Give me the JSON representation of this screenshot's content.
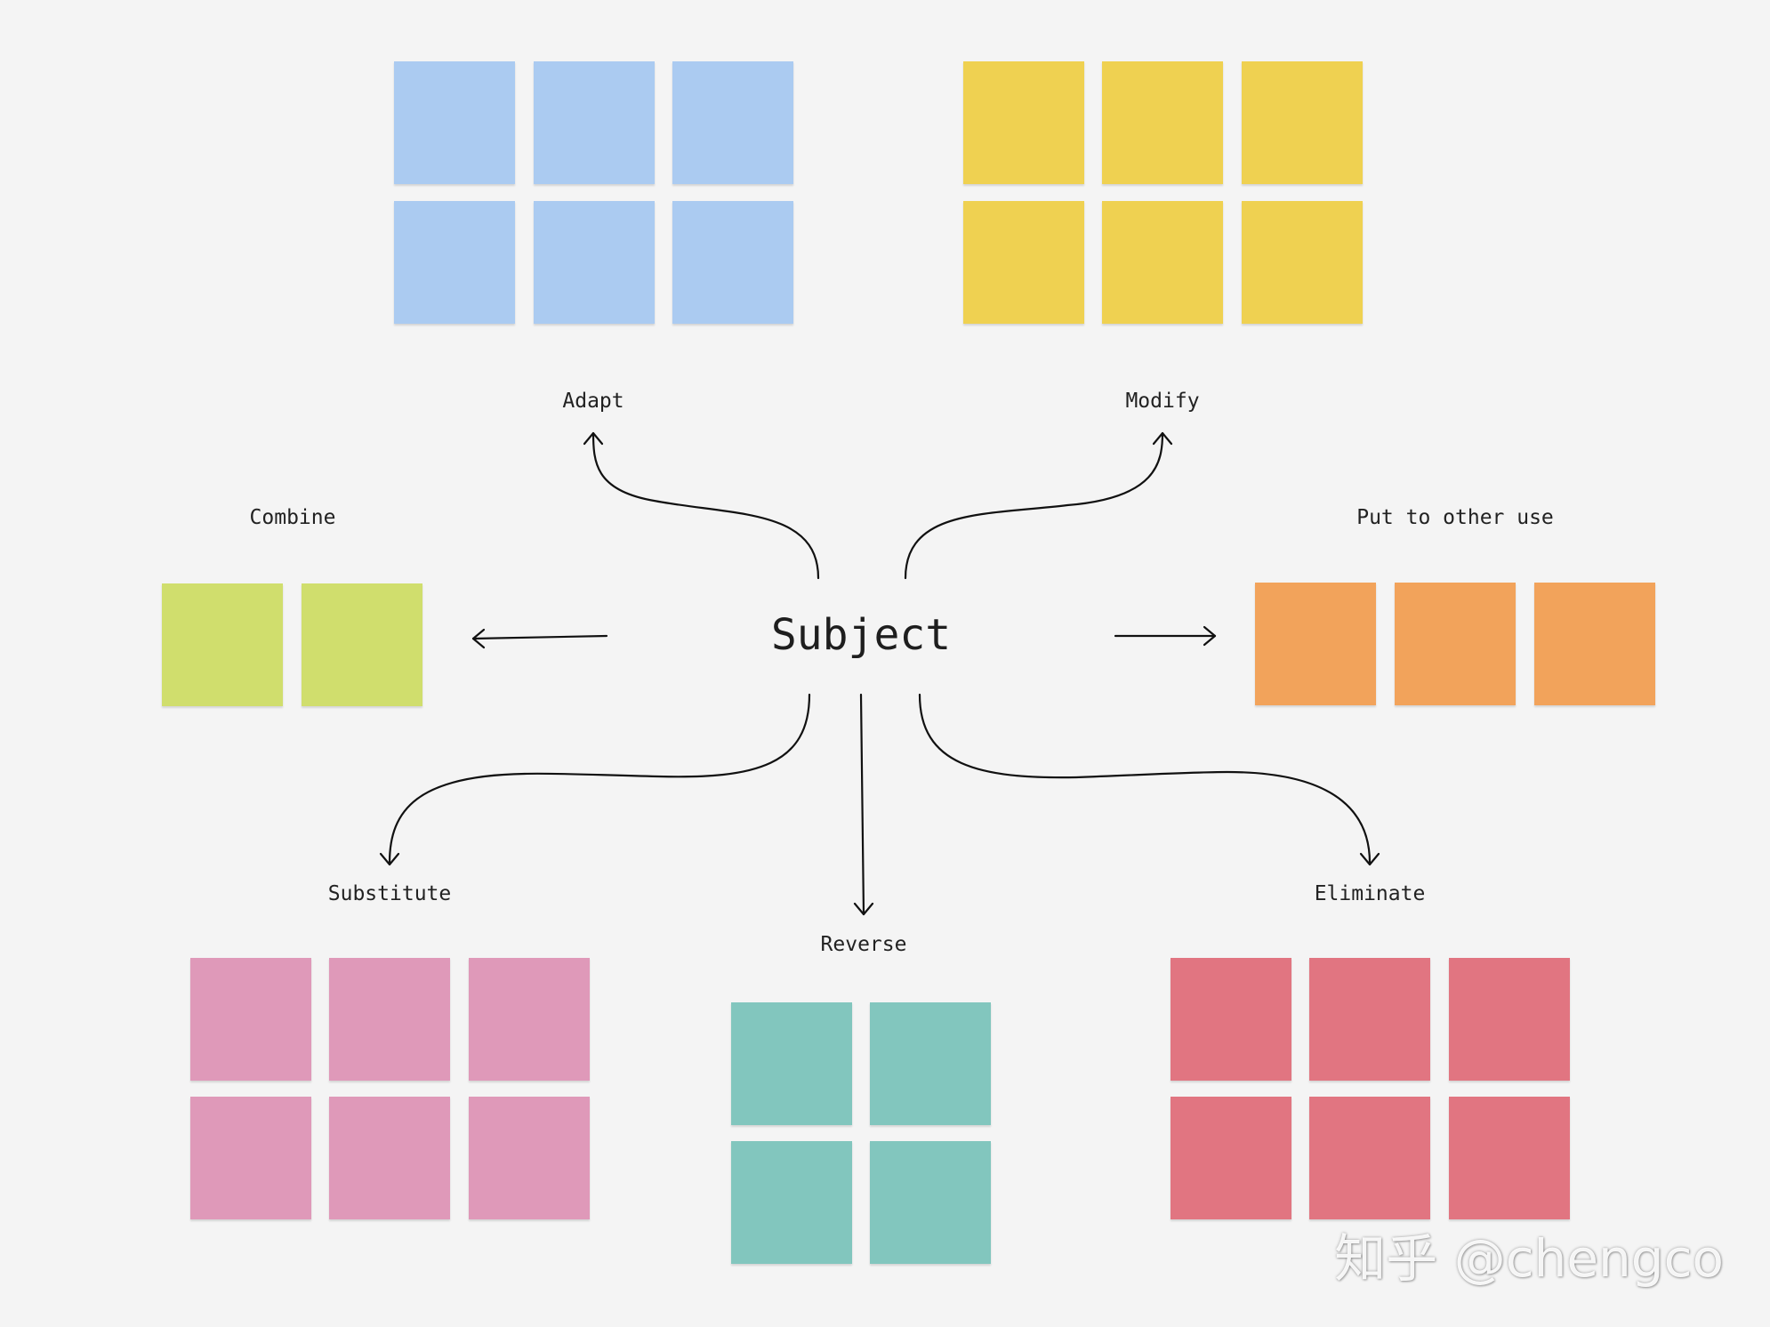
{
  "diagram": {
    "subject": "Subject",
    "branches": [
      {
        "id": "adapt",
        "label": "Adapt",
        "color": "#abcbf1",
        "count": 6
      },
      {
        "id": "modify",
        "label": "Modify",
        "color": "#efd151",
        "count": 6
      },
      {
        "id": "combine",
        "label": "Combine",
        "color": "#d0de6d",
        "count": 2
      },
      {
        "id": "put-to-other-use",
        "label": "Put to other use",
        "color": "#f2a35b",
        "count": 3
      },
      {
        "id": "substitute",
        "label": "Substitute",
        "color": "#df99b9",
        "count": 6
      },
      {
        "id": "reverse",
        "label": "Reverse",
        "color": "#82c6be",
        "count": 4
      },
      {
        "id": "eliminate",
        "label": "Eliminate",
        "color": "#e17581",
        "count": 6
      }
    ]
  },
  "watermark": "知乎 @chengco"
}
